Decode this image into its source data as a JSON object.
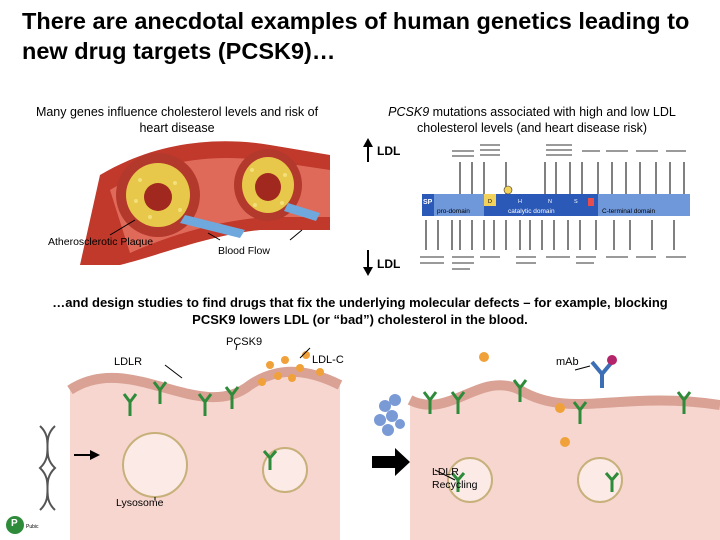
{
  "title": "There are anecdotal examples of human genetics leading to new drug targets (PCSK9)…",
  "left_panel": {
    "caption": "Many genes influence cholesterol levels and risk of heart disease",
    "label_plaque": "Atherosclerotic Plaque",
    "label_flow": "Blood Flow"
  },
  "right_panel": {
    "caption_gene": "PCSK9",
    "caption_rest": " mutations associated with high and low LDL cholesterol levels (and heart disease risk)",
    "ldl_high": "LDL",
    "ldl_low": "LDL",
    "domains": {
      "sp": "SP",
      "pro": "pro-domain",
      "catalytic": "catalytic domain",
      "cterm": "C-terminal domain",
      "d": "D",
      "h": "H",
      "n": "N",
      "s": "S"
    }
  },
  "mid_caption": "…and design studies to find drugs that fix the underlying molecular defects – for example, blocking PCSK9 lowers LDL (or “bad”) cholesterol in the blood.",
  "diagram": {
    "pcsk9": "PCSK9",
    "ldlr": "LDLR",
    "ldlc": "LDL-C",
    "mab": "mAb",
    "recycling": "LDLR Recycling",
    "lysosome": "Lysosome"
  },
  "logo": {
    "letter": "P",
    "text": "Pubic"
  }
}
